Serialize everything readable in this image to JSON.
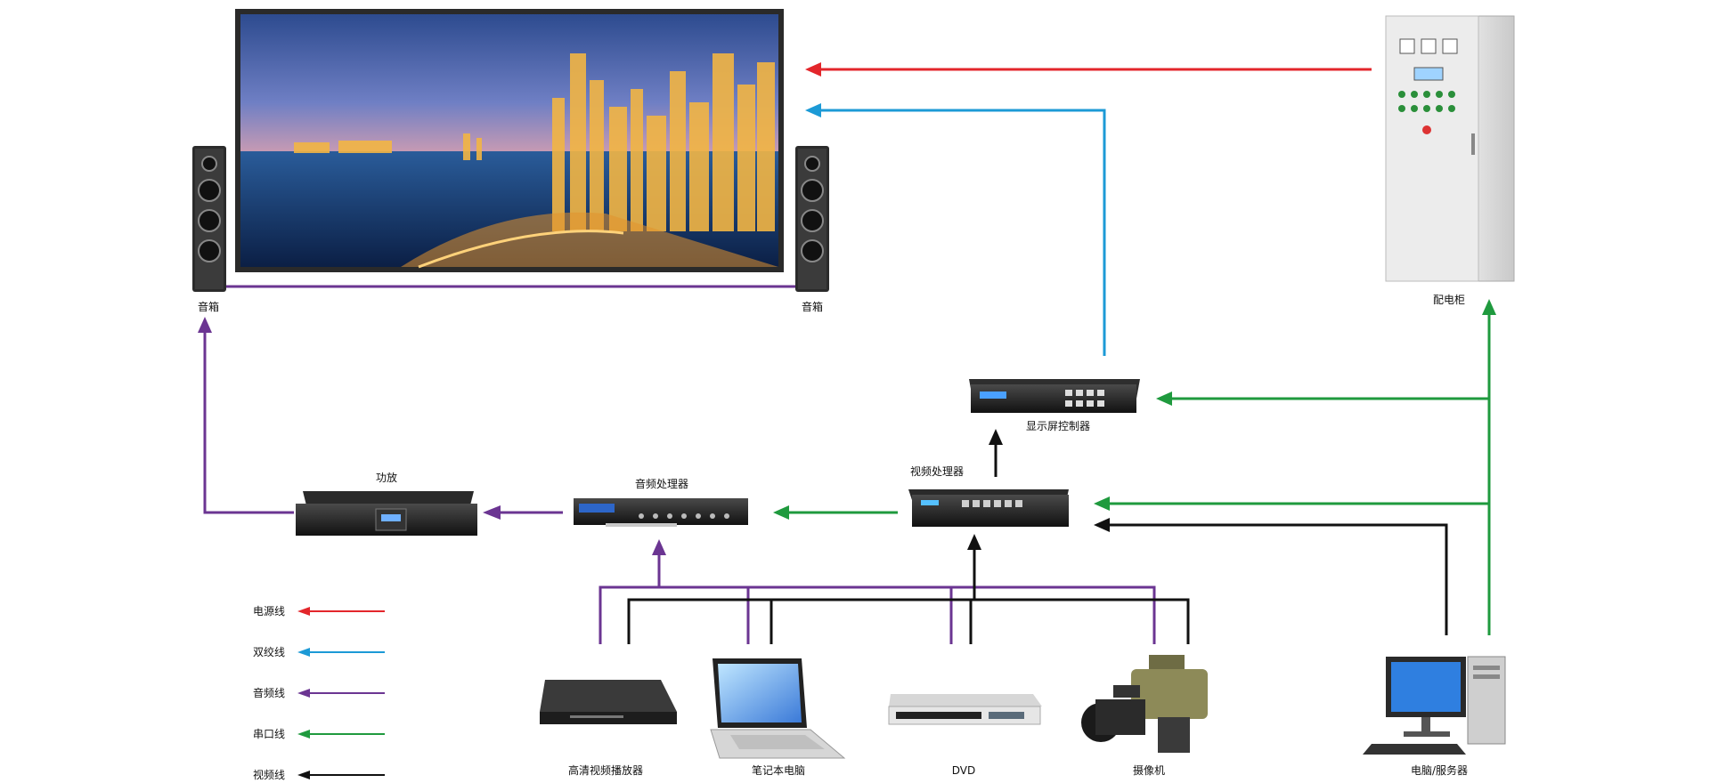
{
  "labels": {
    "speaker_left": "音箱",
    "speaker_right": "音箱",
    "power_cabinet": "配电柜",
    "display_controller": "显示屏控制器",
    "video_processor": "视频处理器",
    "audio_processor": "音频处理器",
    "amplifier": "功放",
    "bluray_player": "高清视频播放器",
    "laptop": "笔记本电脑",
    "dvd": "DVD",
    "camera": "摄像机",
    "computer": "电脑/服务器"
  },
  "legend": [
    {
      "label": "电源线",
      "color": "#e3262b"
    },
    {
      "label": "双绞线",
      "color": "#1c9ad6"
    },
    {
      "label": "音频线",
      "color": "#6b3592"
    },
    {
      "label": "串口线",
      "color": "#1f9a3e"
    },
    {
      "label": "视频线",
      "color": "#111111"
    }
  ],
  "colors": {
    "power": "#e3262b",
    "twisted_pair": "#1c9ad6",
    "audio": "#6b3592",
    "serial": "#1f9a3e",
    "video": "#111111"
  }
}
